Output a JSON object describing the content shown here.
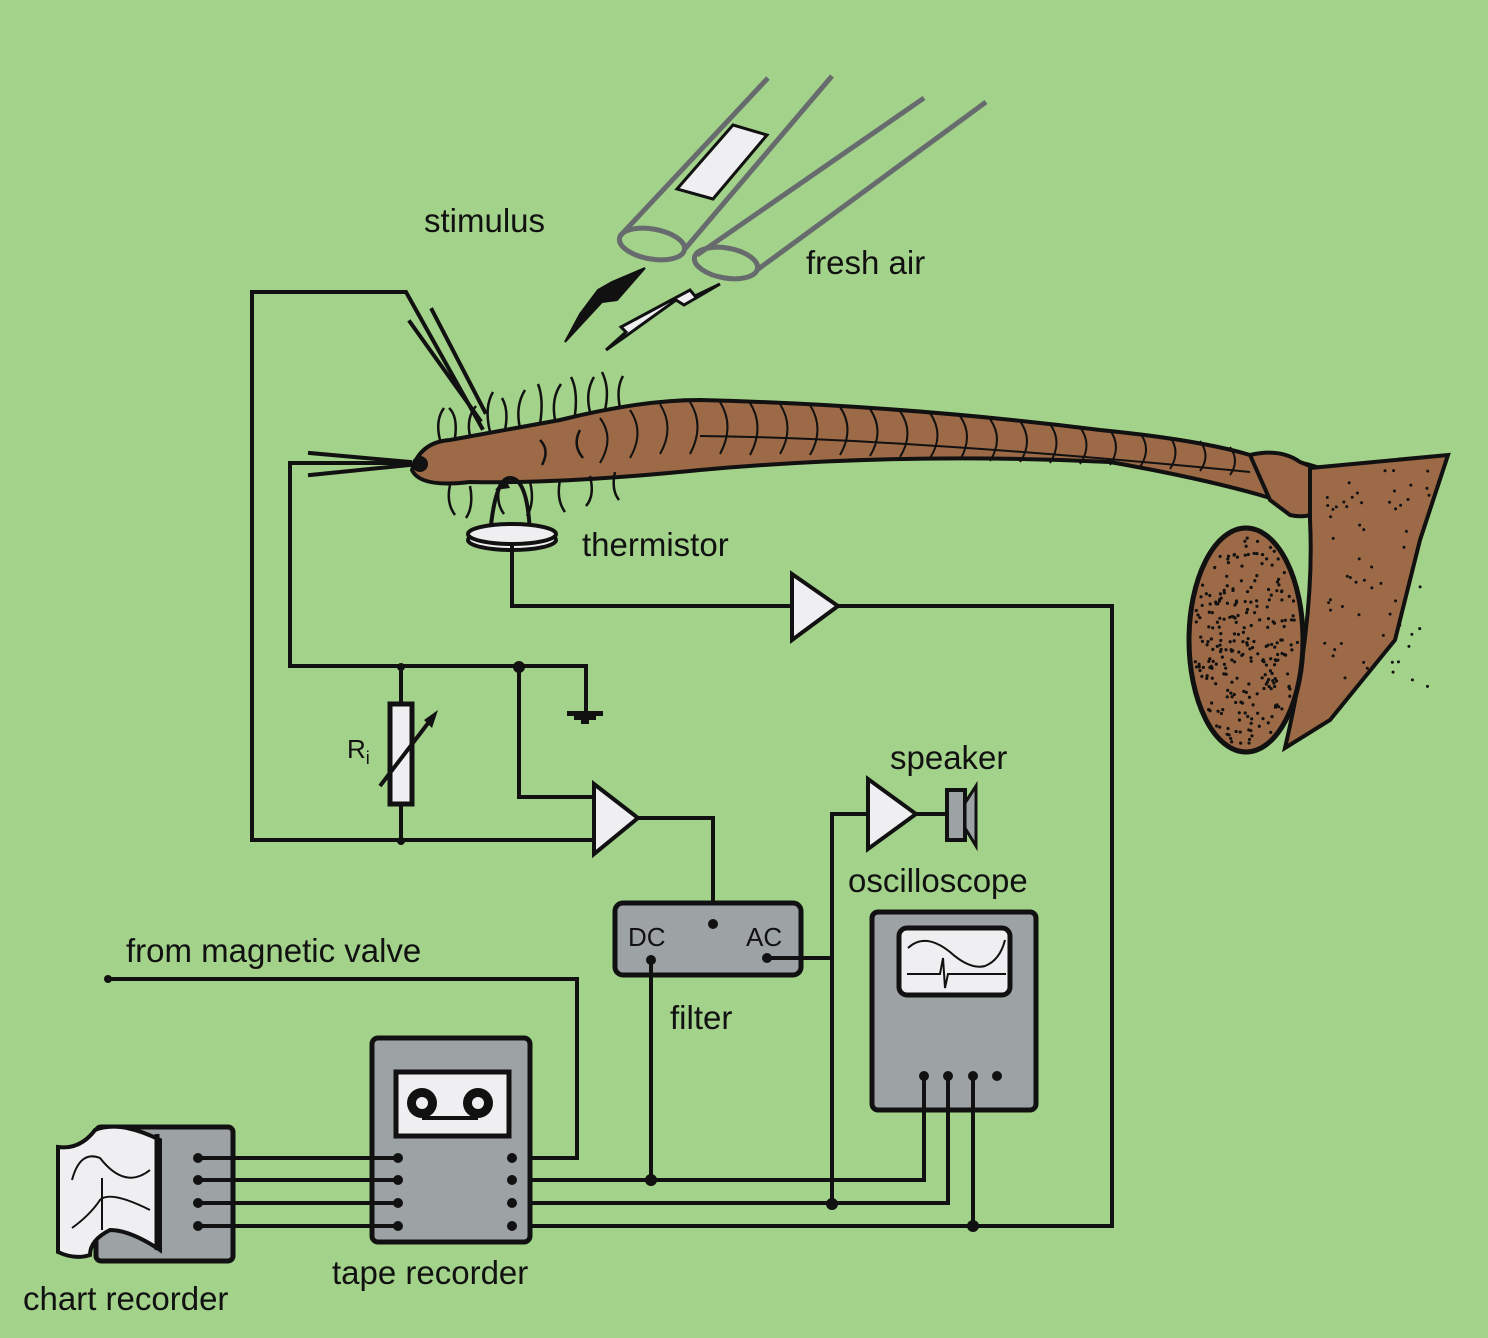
{
  "labels": {
    "stimulus": "stimulus",
    "fresh_air": "fresh air",
    "thermistor": "thermistor",
    "resistor": "R",
    "resistor_sub": "i",
    "speaker": "speaker",
    "oscilloscope": "oscilloscope",
    "filter": "filter",
    "filter_dc": "DC",
    "filter_ac": "AC",
    "magnetic_valve": "from magnetic valve",
    "tape_recorder": "tape recorder",
    "chart_recorder": "chart recorder"
  },
  "colors": {
    "background": "#a3d28a",
    "device_gray": "#9da3a4",
    "insect_brown": "#9c6a47",
    "wire": "#111111",
    "tube_gray": "#676b6d",
    "pale": "#efeff1"
  }
}
